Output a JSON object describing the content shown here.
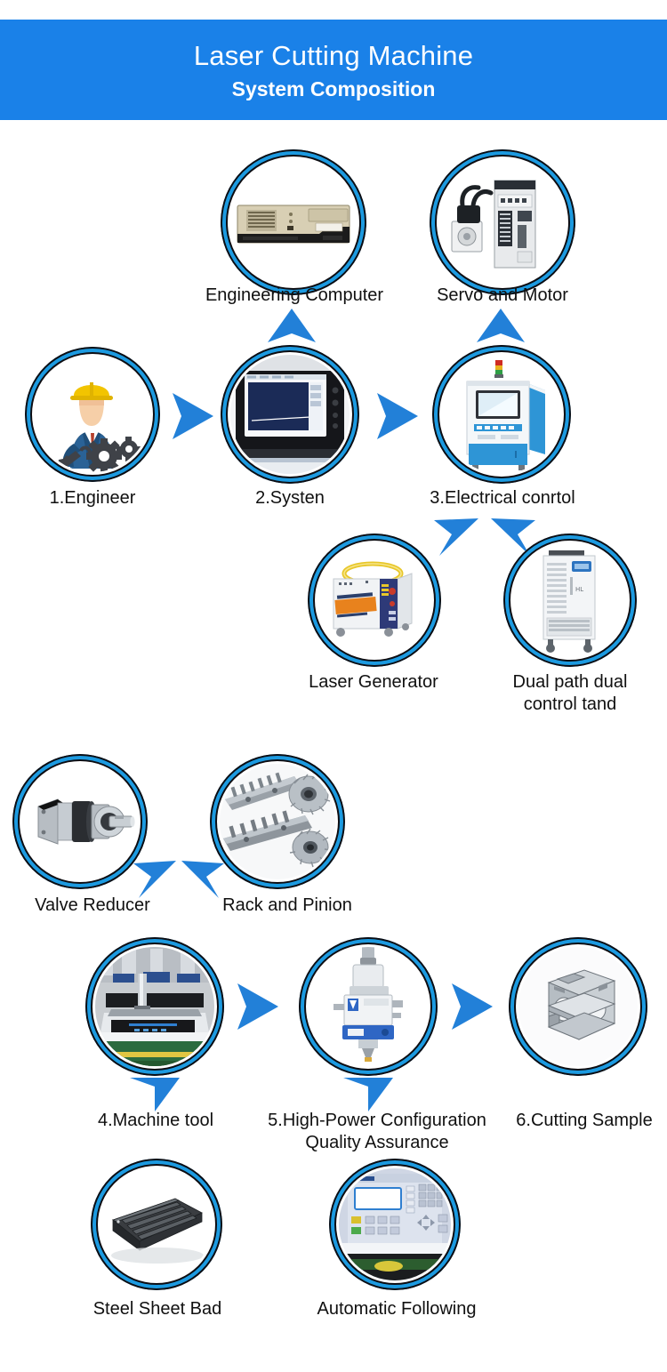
{
  "header": {
    "title": "Laser Cutting Machine",
    "subtitle": "System Composition",
    "background_color": "#1a81e8",
    "text_color": "#ffffff"
  },
  "theme": {
    "arrow_color": "#2280d8",
    "ring_outer_color": "#0d0d12",
    "ring_inner_color": "#1c9ae0",
    "page_background": "#ffffff",
    "label_color": "#101010"
  },
  "diagram": {
    "type": "flow-diagram",
    "nodes": [
      {
        "id": "engineering-computer",
        "label": "Engineering Computer",
        "icon": "industrial-pc-icon"
      },
      {
        "id": "servo-and-motor",
        "label": "Servo and Motor",
        "icon": "servo-motor-icon"
      },
      {
        "id": "engineer",
        "label": "1.Engineer",
        "icon": "engineer-worker-icon"
      },
      {
        "id": "system",
        "label": "2.Systen",
        "icon": "cnc-monitor-icon"
      },
      {
        "id": "electrical-control",
        "label": "3.Electrical conrtol",
        "icon": "control-cabinet-icon"
      },
      {
        "id": "laser-generator",
        "label": "Laser Generator",
        "icon": "laser-source-icon"
      },
      {
        "id": "dual-path-dual-control-tand",
        "label": "Dual path dual\ncontrol tand",
        "icon": "water-chiller-icon"
      },
      {
        "id": "valve-reducer",
        "label": "Valve Reducer",
        "icon": "planetary-reducer-icon"
      },
      {
        "id": "rack-and-pinion",
        "label": "Rack and Pinion",
        "icon": "rack-pinion-icon"
      },
      {
        "id": "machine-tool",
        "label": "4.Machine tool",
        "icon": "cutting-machine-icon"
      },
      {
        "id": "high-power-configuration",
        "label": "5.High-Power Configuration\nQuality Assurance",
        "icon": "cutting-head-icon"
      },
      {
        "id": "cutting-sample",
        "label": "6.Cutting Sample",
        "icon": "metal-sample-icon"
      },
      {
        "id": "steel-sheet-bad",
        "label": "Steel Sheet Bad",
        "icon": "steel-bed-icon"
      },
      {
        "id": "automatic-following",
        "label": "Automatic Following",
        "icon": "capacitive-controller-icon"
      }
    ],
    "arrows": [
      {
        "id": "system-to-engineering-computer",
        "direction": "up"
      },
      {
        "id": "electrical-control-to-servo",
        "direction": "up"
      },
      {
        "id": "engineer-to-system",
        "direction": "right"
      },
      {
        "id": "system-to-electrical-control",
        "direction": "right"
      },
      {
        "id": "electrical-control-to-laser-generator",
        "direction": "down-left"
      },
      {
        "id": "electrical-control-to-chiller",
        "direction": "down-right"
      },
      {
        "id": "valve-reducer-to-machine-tool",
        "direction": "down-right"
      },
      {
        "id": "rack-and-pinion-to-machine-tool",
        "direction": "down-left"
      },
      {
        "id": "machine-tool-to-cutting-head",
        "direction": "right"
      },
      {
        "id": "cutting-head-to-cutting-sample",
        "direction": "right"
      },
      {
        "id": "machine-tool-to-steel-sheet",
        "direction": "down"
      },
      {
        "id": "cutting-head-to-automatic-following",
        "direction": "down"
      }
    ]
  }
}
